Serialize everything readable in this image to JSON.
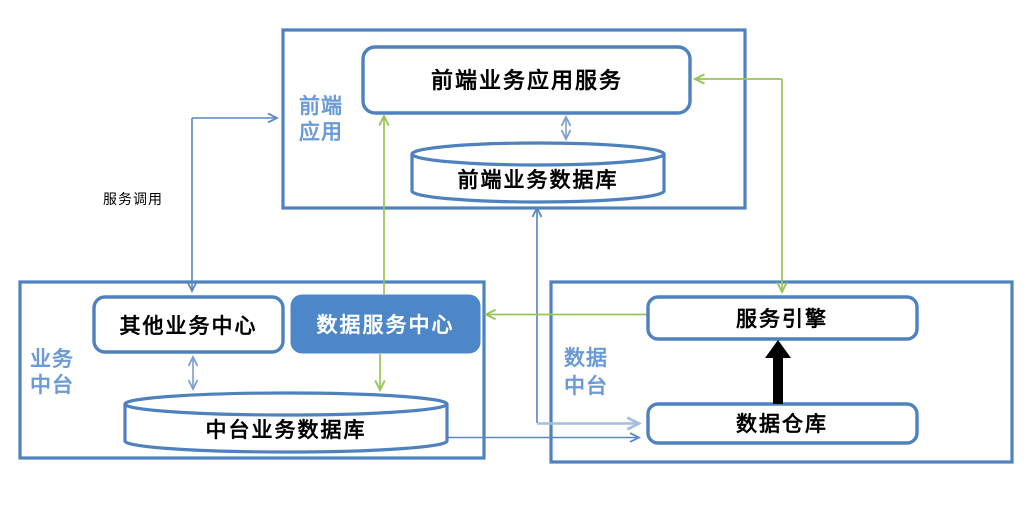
{
  "diagram": {
    "title_implicit": "middle-platform architecture diagram",
    "colors": {
      "container_border": "#4e81bd",
      "container_label_text": "#6b9bd7",
      "node_border": "#4e81bd",
      "node_fill": "#ffffff",
      "node_text": "#000000",
      "highlight_fill": "#4e87c7",
      "highlight_text": "#ffffff",
      "connector_blue": "#5c87c5",
      "connector_mid_light_blue": "#7c9fd0",
      "connector_extra_light_blue": "#a3bede",
      "connector_green": "#97c558",
      "thick_arrow": "#000000",
      "background": "#ffffff"
    },
    "containers": {
      "frontend": {
        "label_line1": "前端",
        "label_line2": "应用"
      },
      "business": {
        "label_line1": "业务",
        "label_line2": "中台"
      },
      "data": {
        "label_line1": "数据",
        "label_line2": "中台"
      }
    },
    "nodes": {
      "frontend_app_service": "前端业务应用服务",
      "frontend_db": "前端业务数据库",
      "other_business_center": "其他业务中心",
      "data_service_center": "数据服务中心",
      "middle_db": "中台业务数据库",
      "service_engine": "服务引擎",
      "data_warehouse": "数据仓库"
    },
    "edge_labels": {
      "service_call": "服务调用"
    }
  }
}
